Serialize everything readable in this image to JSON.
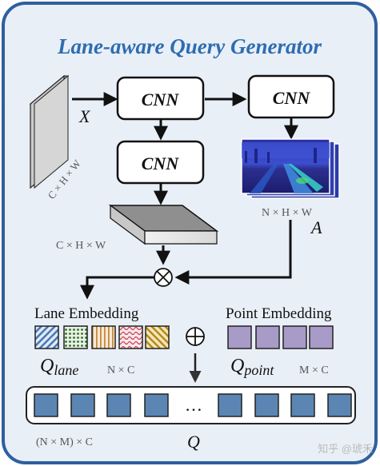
{
  "title": "Lane-aware Query Generator",
  "cnn_label": "CNN",
  "x_label": "X",
  "a_label": "A",
  "input_dims": "C × H × W",
  "feature_dims": "C × H × W",
  "attention_dims": "N × H × W",
  "lane_embedding_label": "Lane Embedding",
  "point_embedding_label": "Point Embedding",
  "q_lane_main": "Q",
  "q_lane_sub": "lane",
  "q_lane_dims": "N × C",
  "q_point_main": "Q",
  "q_point_sub": "point",
  "q_point_dims": "M × C",
  "q_label": "Q",
  "q_dims": "(N × M) × C",
  "ellipsis": "…",
  "multiply_symbol": "⊗",
  "add_symbol": "⊕",
  "watermark": "知乎 @琥禾",
  "colors": {
    "frame_border": "#2f5f9e",
    "frame_fill": "#e9eff7",
    "title": "#2e6cb0",
    "query_cell": "#5b86b3",
    "point_cell": "#a99bc8"
  }
}
